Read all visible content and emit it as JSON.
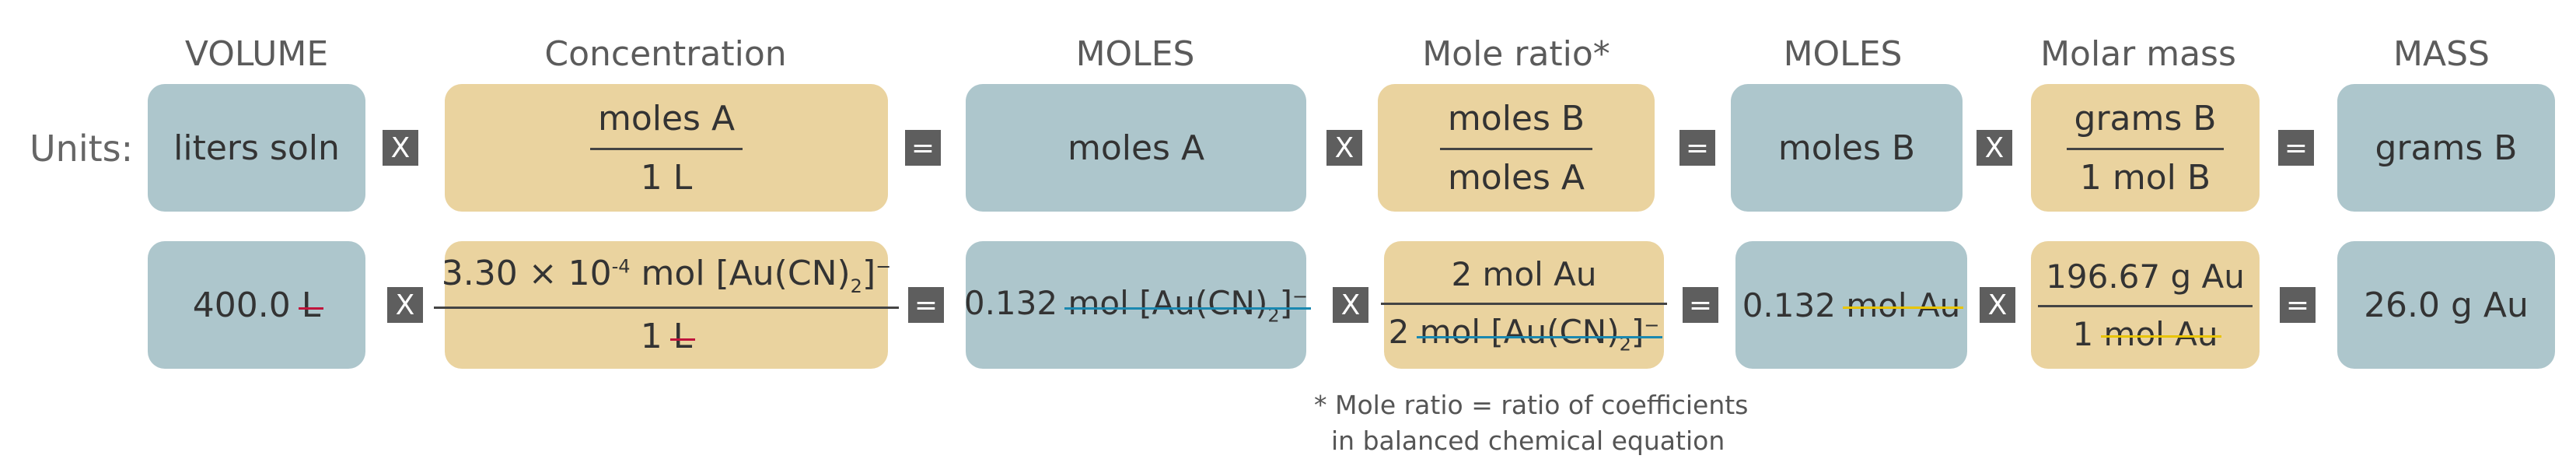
{
  "headers": [
    "VOLUME",
    "Concentration",
    "MOLES",
    "Mole ratio*",
    "MOLES",
    "Molar mass",
    "MASS"
  ],
  "units_label": "Units:",
  "row1": {
    "volume": "liters soln",
    "conc_num": "moles A",
    "conc_den": "1 L",
    "moles_a": "moles A",
    "ratio_num": "moles B",
    "ratio_den": "moles A",
    "moles_b": "moles B",
    "mm_num": "grams B",
    "mm_den": "1 mol B",
    "mass": "grams B"
  },
  "row2": {
    "volume_value": "400.0",
    "volume_unit": "L",
    "conc_num_value": "3.30 × 10",
    "conc_num_exp": "-4",
    "conc_num_mol": "mol [Au(CN)",
    "conc_num_sub": "2",
    "conc_num_close": "]",
    "conc_num_charge": "−",
    "conc_den_value": "1",
    "conc_den_unit": "L",
    "moles_value": "0.132",
    "moles_unit": "mol [Au(CN)",
    "moles_sub": "2",
    "moles_close": "]",
    "moles_charge": "−",
    "ratio_num": "2 mol Au",
    "ratio_den_value": "2",
    "ratio_den_unit": "mol [Au(CN)",
    "ratio_den_sub": "2",
    "ratio_den_close": "]",
    "ratio_den_charge": "−",
    "moles_b_value": "0.132",
    "moles_b_unit": "mol Au",
    "mm_num": "196.67 g Au",
    "mm_den_value": "1",
    "mm_den_unit": "mol Au",
    "mass": "26.0 g Au"
  },
  "operators": {
    "multiply": "X",
    "equals": "="
  },
  "footnote": [
    "* Mole ratio = ratio of coefficients",
    "in balanced chemical equation"
  ],
  "colors": {
    "blue_box": "#adc6cc",
    "tan_box": "#ead39f",
    "operator": "#5e5e5e",
    "strike_red": "#c0143c",
    "strike_teal": "#1a88b0",
    "strike_yellow": "#e8c400"
  }
}
